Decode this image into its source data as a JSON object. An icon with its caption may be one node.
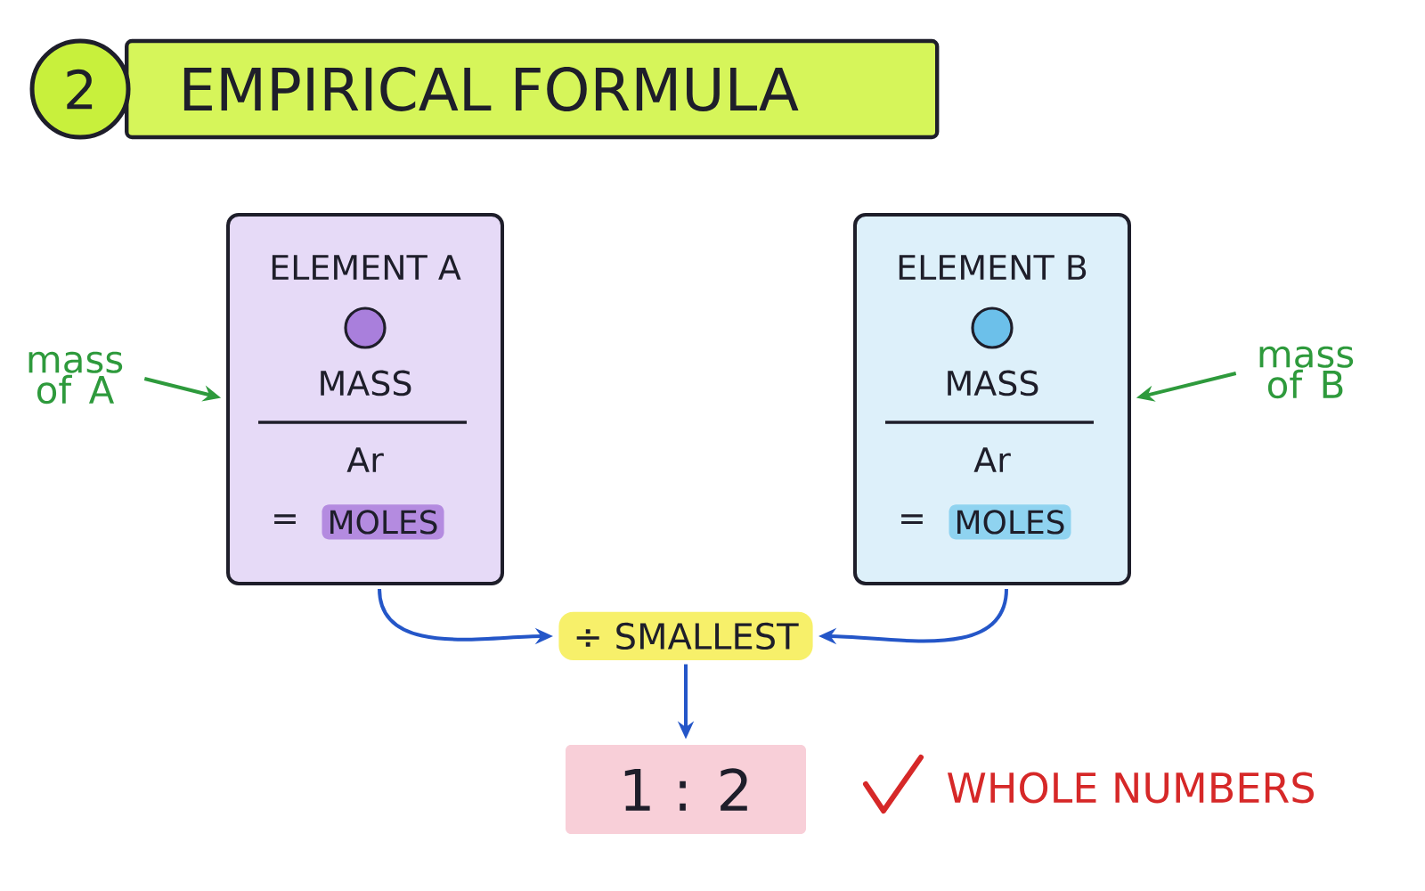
{
  "diagram": {
    "title": "EMPIRICAL FORMULA",
    "nodes": [
      {
        "text": [
          "2"
        ]
      },
      {
        "text": [
          "ELEMENT A",
          "MASS",
          "Ar",
          "=",
          "MOLES"
        ]
      },
      {
        "text": [
          "ELEMENT B",
          "MASS",
          "Ar",
          "=",
          "MOLES"
        ]
      },
      {
        "text": [
          "mass of A"
        ]
      },
      {
        "text": [
          "mass of B"
        ]
      },
      {
        "text": [
          "÷ SMALLEST"
        ]
      },
      {
        "text": [
          "1 : 2"
        ]
      }
    ],
    "edges": [
      {
        "from": 3,
        "to": 1,
        "arrow": "to",
        "color": "#2e9a3c"
      },
      {
        "from": 4,
        "to": 2,
        "arrow": "to",
        "color": "#2e9a3c"
      },
      {
        "from": 1,
        "to": 5,
        "arrow": "to"
      },
      {
        "from": 2,
        "to": 5,
        "arrow": "to"
      },
      {
        "from": 5,
        "to": 6,
        "arrow": "to"
      }
    ],
    "labels": [
      "WHOLE NUMBERS"
    ]
  }
}
